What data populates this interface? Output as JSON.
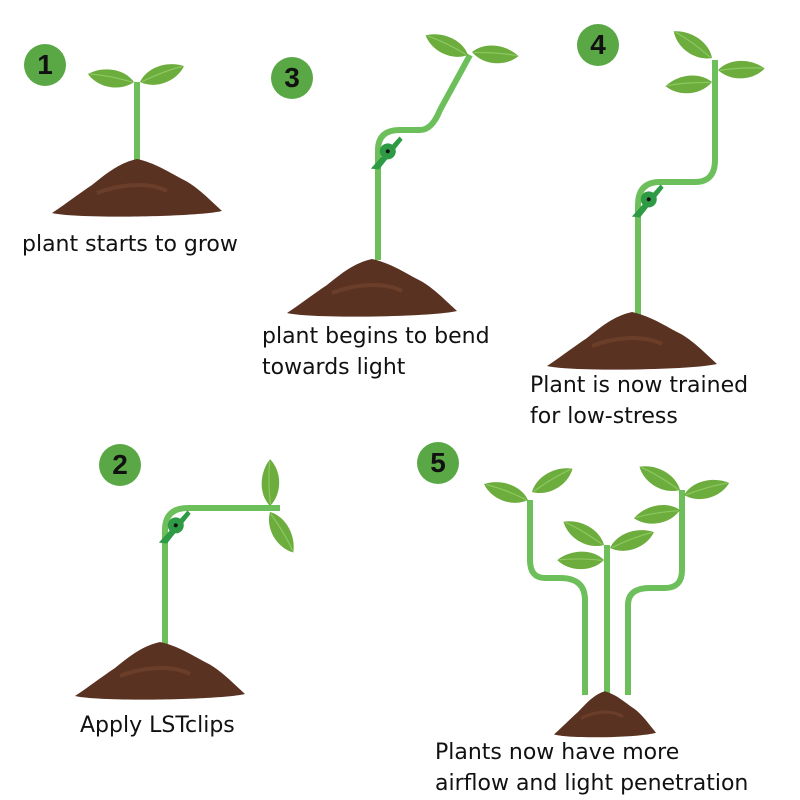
{
  "colors": {
    "badge": "#5aa845",
    "stem": "#6cbf5a",
    "leaf": "#6cad3e",
    "soil": "#5a3222",
    "clip": "#2f9a45"
  },
  "steps": [
    {
      "number": "1",
      "label": [
        "plant starts to grow"
      ]
    },
    {
      "number": "2",
      "label": [
        "Apply LSTclips"
      ]
    },
    {
      "number": "3",
      "label": [
        "plant begins to bend",
        "towards light"
      ]
    },
    {
      "number": "4",
      "label": [
        "Plant is now trained",
        "for low-stress"
      ]
    },
    {
      "number": "5",
      "label": [
        "Plants now have more",
        "airflow and light penetration"
      ]
    }
  ]
}
